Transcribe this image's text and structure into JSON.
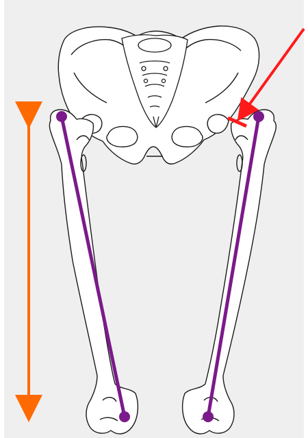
{
  "diagram": {
    "subject": "pelvis-and-femurs-line-drawing",
    "background_panel_color": "#efefef",
    "page_color": "#ffffff",
    "bone_fill": "#ffffff",
    "bone_stroke": "#1a1a1a",
    "annotations": {
      "axis_line_color": "#7b1a8a",
      "leg_length_arrow_color": "#ff6a00",
      "pointer_arrow_color": "#ff1a1a",
      "marker_bar_color": "#ff1a1a"
    },
    "elements": [
      {
        "name": "pelvis",
        "kind": "bone"
      },
      {
        "name": "sacrum",
        "kind": "bone"
      },
      {
        "name": "left-femur",
        "kind": "bone"
      },
      {
        "name": "right-femur",
        "kind": "bone"
      },
      {
        "name": "left-femur-axis-line",
        "kind": "annotation"
      },
      {
        "name": "right-femur-axis-line",
        "kind": "annotation"
      },
      {
        "name": "leg-length-double-arrow",
        "kind": "annotation"
      },
      {
        "name": "pointer-arrow",
        "kind": "annotation"
      },
      {
        "name": "marker-bar",
        "kind": "annotation"
      }
    ]
  }
}
